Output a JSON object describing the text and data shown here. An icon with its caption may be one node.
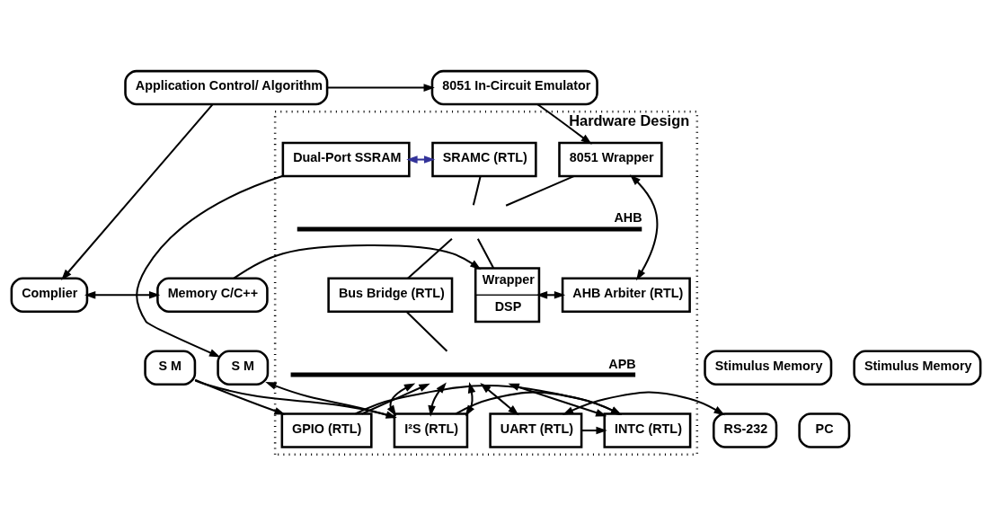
{
  "diagram": {
    "nodes": [
      {
        "text": [
          "Hardware Design"
        ]
      },
      {
        "text": [
          "8051 In-Circuit Emulator"
        ]
      },
      {
        "text": [
          "Application Control/ Algorithm"
        ]
      },
      {
        "text": [
          "8051 Wrapper"
        ],
        "in": 0
      },
      {
        "text": [
          "SRAMC (RTL)"
        ],
        "in": 0
      },
      {
        "text": [
          "Dual-Port SSRAM"
        ],
        "in": 0
      },
      {
        "text": [
          "AHB"
        ],
        "in": 0
      },
      {
        "text": [
          "Bus Bridge (RTL)"
        ],
        "in": 0
      },
      {
        "text": [
          "AHB Arbiter (RTL)"
        ],
        "in": 0
      },
      {
        "text": [
          "Wrapper",
          "DSP"
        ],
        "in": 0
      },
      {
        "text": [
          "Memory C/C++"
        ]
      },
      {
        "text": [
          "Complier"
        ]
      },
      {
        "text": [
          "APB"
        ],
        "in": 0
      },
      {
        "text": [
          "GPIO (RTL)"
        ],
        "in": 0
      },
      {
        "text": [
          "I²S (RTL)"
        ],
        "in": 0
      },
      {
        "text": [
          "INTC (RTL)"
        ],
        "in": 0
      },
      {
        "text": [
          "UART (RTL)"
        ],
        "in": 0
      },
      {
        "text": [
          "Stimulus Memory"
        ]
      },
      {
        "text": [
          "S M"
        ]
      },
      {
        "text": [
          "S M"
        ]
      },
      {
        "text": [
          "Stimulus Memory"
        ]
      },
      {
        "text": [
          "RS-232"
        ]
      },
      {
        "text": [
          "PC"
        ]
      }
    ],
    "edges": [
      {
        "from": 2,
        "to": 1,
        "arrow": "to"
      },
      {
        "from": 1,
        "to": 3,
        "arrow": "to"
      },
      {
        "from": 4,
        "to": 5,
        "arrow": "both",
        "color": "#333399"
      },
      {
        "from": 3,
        "to": 6,
        "arrow": "none"
      },
      {
        "from": 4,
        "to": 6,
        "arrow": "none"
      },
      {
        "from": 3,
        "to": 8,
        "arrow": "both"
      },
      {
        "from": 8,
        "to": 9,
        "arrow": "both"
      },
      {
        "from": 7,
        "to": 6,
        "arrow": "none"
      },
      {
        "from": 9,
        "to": 6,
        "arrow": "none"
      },
      {
        "from": 5,
        "to": 19,
        "arrow": "to"
      },
      {
        "from": 2,
        "to": 11,
        "arrow": "to"
      },
      {
        "from": 10,
        "to": 11,
        "arrow": "both"
      },
      {
        "from": 10,
        "to": 9,
        "arrow": "to"
      },
      {
        "from": 7,
        "to": 12,
        "arrow": "none"
      },
      {
        "from": 13,
        "to": 12,
        "arrow": "to"
      },
      {
        "from": 14,
        "to": 12,
        "arrow": "both"
      },
      {
        "from": 14,
        "to": 12,
        "arrow": "both"
      },
      {
        "from": 14,
        "to": 12,
        "arrow": "both"
      },
      {
        "from": 15,
        "to": 12,
        "arrow": "both"
      },
      {
        "from": 16,
        "to": 12,
        "arrow": "both"
      },
      {
        "from": 16,
        "to": 21,
        "arrow": "both"
      },
      {
        "from": 18,
        "to": 13,
        "arrow": "to"
      },
      {
        "from": 18,
        "to": 14,
        "arrow": "to"
      },
      {
        "from": 14,
        "to": 19,
        "arrow": "to"
      },
      {
        "from": 13,
        "to": 15,
        "arrow": "to"
      },
      {
        "from": 14,
        "to": 15,
        "arrow": "to"
      },
      {
        "from": 16,
        "to": 15,
        "arrow": "to"
      }
    ]
  }
}
